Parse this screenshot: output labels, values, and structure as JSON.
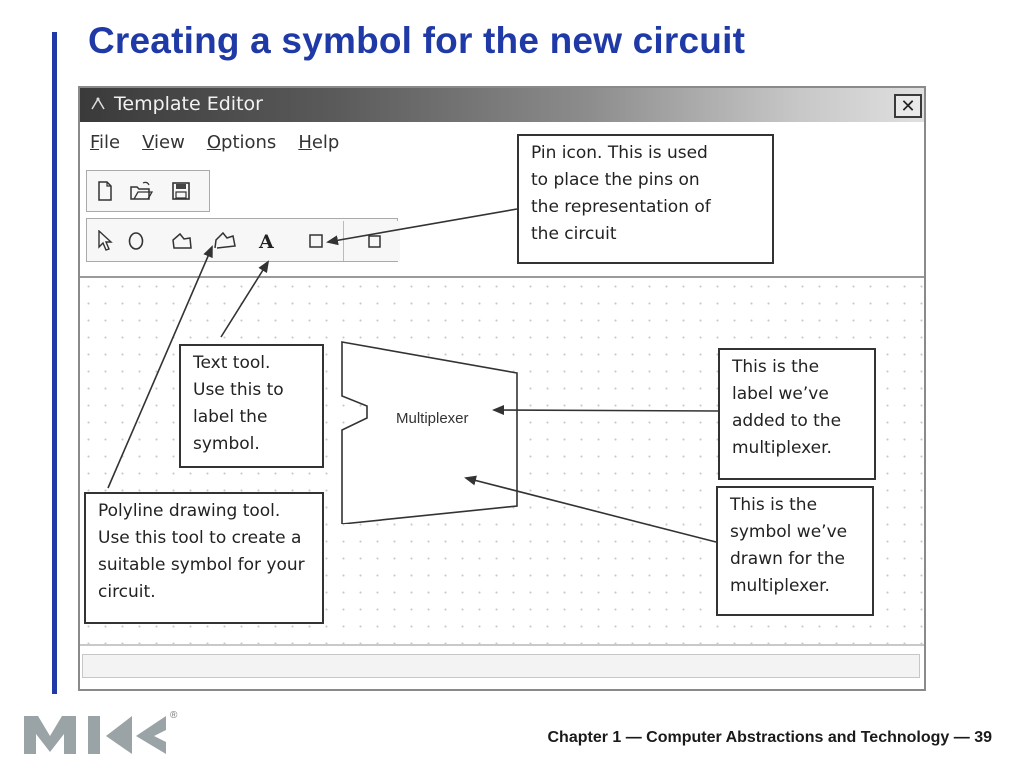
{
  "slide": {
    "title": "Creating a symbol for the new circuit",
    "accent_color": "#1f3aa6"
  },
  "window": {
    "title": "Template Editor",
    "close_glyph": "✕",
    "menu": [
      {
        "label": "File",
        "mnemonic": "F",
        "rest": "ile"
      },
      {
        "label": "View",
        "mnemonic": "V",
        "rest": "iew"
      },
      {
        "label": "Options",
        "mnemonic": "O",
        "rest": "ptions"
      },
      {
        "label": "Help",
        "mnemonic": "H",
        "rest": "elp"
      }
    ],
    "toolbar_file_icons": [
      "new-file-icon",
      "open-folder-icon",
      "save-disk-icon"
    ],
    "toolbar_draw_icons": [
      "select-arrow-icon",
      "ellipse-tool-icon",
      "polygon-tool-icon",
      "polyline-tool-icon",
      "text-tool-icon",
      "pin-tool-icon",
      "pin-preview-icon"
    ],
    "text_tool_glyph": "A"
  },
  "diagram": {
    "symbol_label": "Multiplexer"
  },
  "callouts": {
    "pin": [
      "Pin icon. This is used",
      "to place the pins on",
      "the representation of",
      "the circuit"
    ],
    "text_tool": [
      "Text tool.",
      "Use this to",
      "label the",
      "symbol."
    ],
    "label": [
      "This is the",
      "label we’ve",
      "added to the",
      "multiplexer."
    ],
    "symbol": [
      "This is the",
      "symbol we’ve",
      "drawn for the",
      "multiplexer."
    ],
    "polyline": [
      "Polyline drawing tool.",
      "Use this tool to create a",
      "suitable symbol for your",
      "circuit."
    ]
  },
  "footer": {
    "text": "Chapter 1 — Computer Abstractions and Technology — 39",
    "logo_registered": "®"
  }
}
